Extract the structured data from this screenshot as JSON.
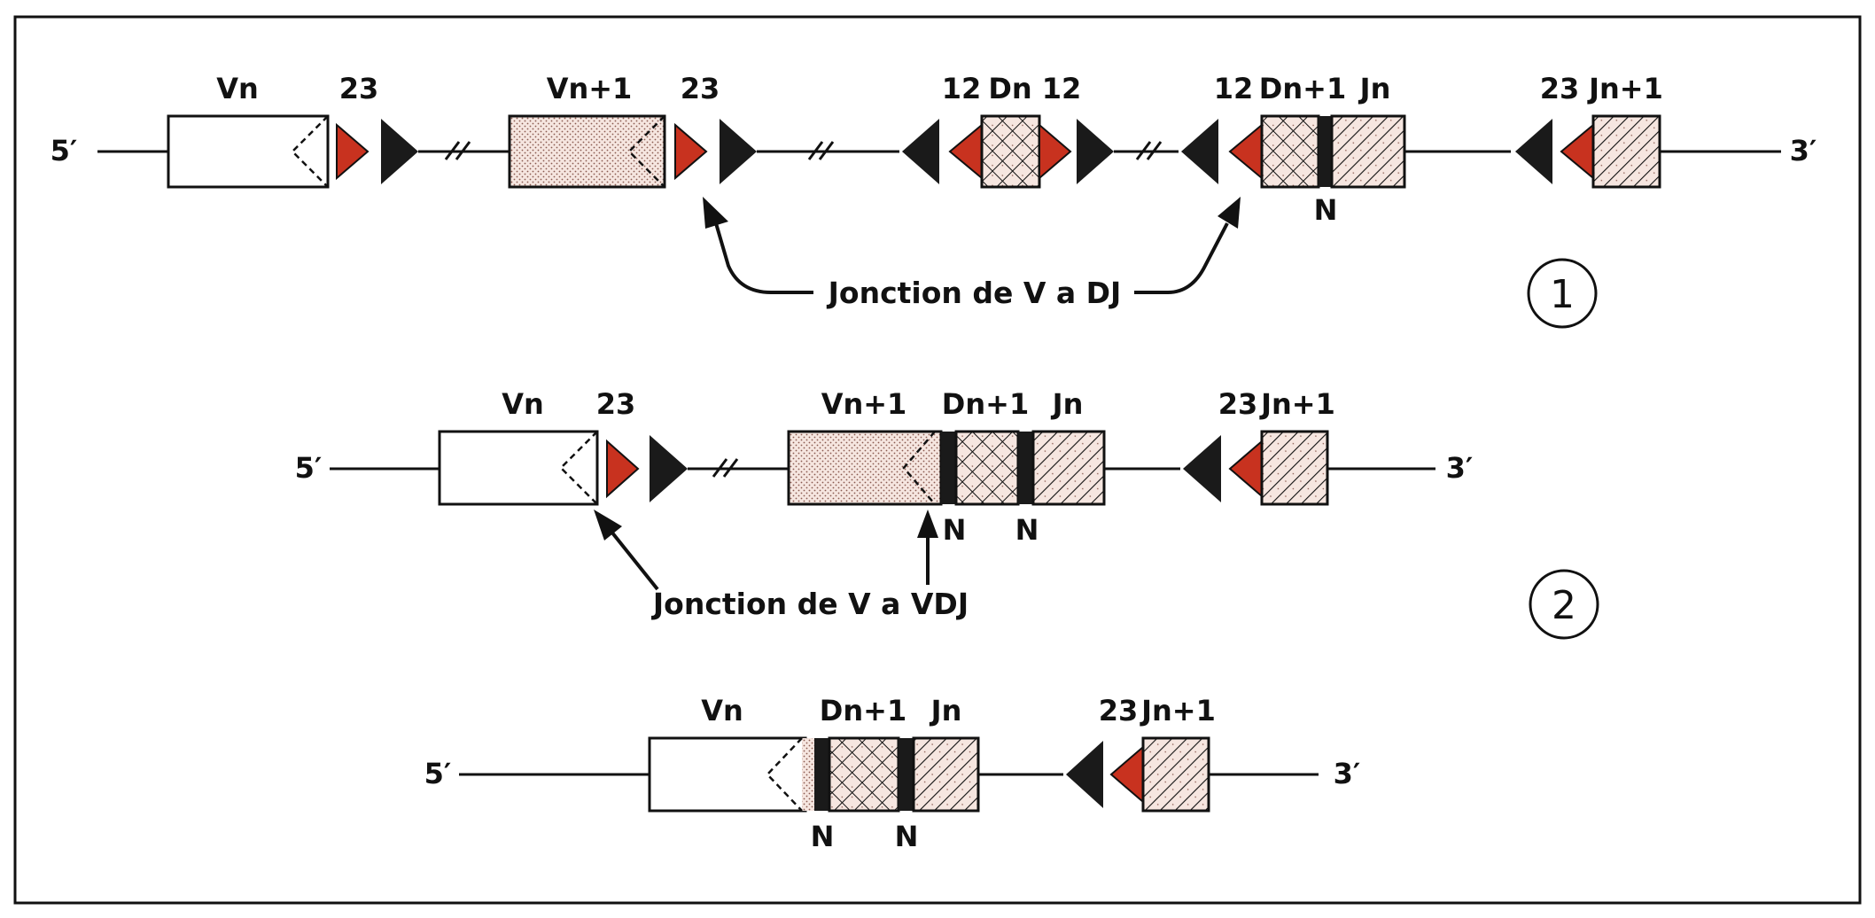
{
  "colors": {
    "rss_small": "#c8321f",
    "rss_dark": "#1a1a1a",
    "line": "#1a1a1a",
    "stipple": "#f3e2dc"
  },
  "row1": {
    "end5": "5′",
    "end3": "3′",
    "labels": {
      "vn": "Vn",
      "r23a": "23",
      "vn1": "Vn+1",
      "r23b": "23",
      "r12a": "12",
      "dn": "Dn",
      "r12b": "12",
      "r12c": "12",
      "dn1": "Dn+1",
      "jn": "Jn",
      "r23c": "23",
      "jn1": "Jn+1",
      "n": "N"
    },
    "caption": "Jonction de V a DJ",
    "step": "1"
  },
  "row2": {
    "end5": "5′",
    "end3": "3′",
    "labels": {
      "vn": "Vn",
      "r23a": "23",
      "vn1": "Vn+1",
      "dn1": "Dn+1",
      "jn": "Jn",
      "r23c": "23",
      "jn1": "Jn+1",
      "n1": "N",
      "n2": "N"
    },
    "caption": "Jonction de V a VDJ",
    "step": "2"
  },
  "row3": {
    "end5": "5′",
    "end3": "3′",
    "labels": {
      "vn": "Vn",
      "dn1": "Dn+1",
      "jn": "Jn",
      "r23c": "23",
      "jn1": "Jn+1",
      "n1": "N",
      "n2": "N"
    }
  }
}
